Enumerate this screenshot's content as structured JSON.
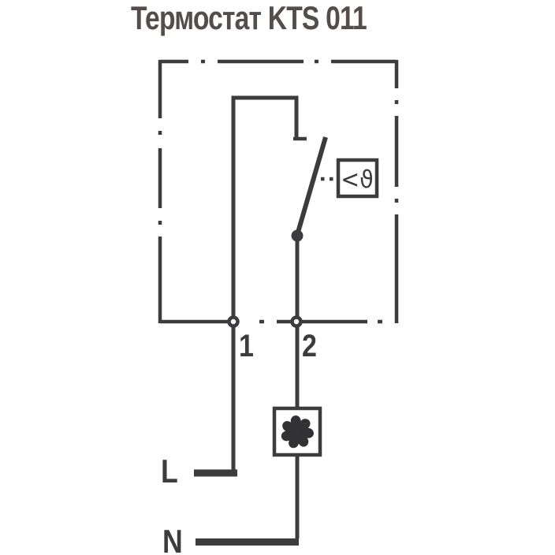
{
  "header": {
    "title": "Термостат KTS 011"
  },
  "schematic": {
    "type": "electrical-wiring-diagram",
    "colors": {
      "background": "#ffffff",
      "line": "#3c3c3e",
      "title_text": "#534e4c"
    },
    "enclosure": {
      "border_style": "dash-dot",
      "description": "thermostat device boundary"
    },
    "switch": {
      "icon": "temperature-switch-icon",
      "sensor_label": "<ϑ",
      "actuator_link_style": "dotted"
    },
    "terminals": [
      {
        "id": "terminal-1",
        "label": "1"
      },
      {
        "id": "terminal-2",
        "label": "2"
      }
    ],
    "load": {
      "icon": "fan-icon"
    },
    "supply": {
      "live_label": "L",
      "neutral_label": "N"
    }
  }
}
